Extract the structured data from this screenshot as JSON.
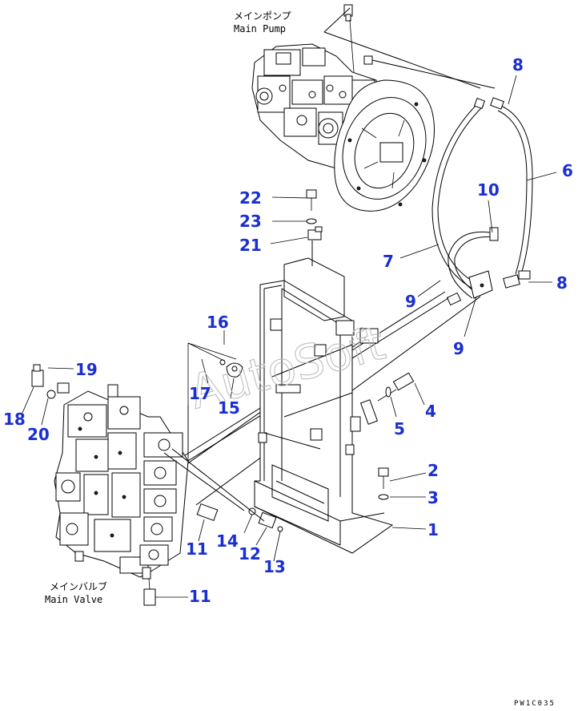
{
  "labels": {
    "main_pump_jp": "メインポンプ",
    "main_pump_en": "Main Pump",
    "main_valve_jp": "メインバルブ",
    "main_valve_en": "Main Valve",
    "watermark": "AutoSoft",
    "figure_code": "PW1C035"
  },
  "callouts": {
    "c1": "1",
    "c2": "2",
    "c3": "3",
    "c4": "4",
    "c5": "5",
    "c6": "6",
    "c7": "7",
    "c8a": "8",
    "c8b": "8",
    "c9a": "9",
    "c9b": "9",
    "c10": "10",
    "c11a": "11",
    "c11b": "11",
    "c12": "12",
    "c13": "13",
    "c14": "14",
    "c15": "15",
    "c16": "16",
    "c17": "17",
    "c18": "18",
    "c19": "19",
    "c20": "20",
    "c21": "21",
    "c22": "22",
    "c23": "23"
  },
  "colors": {
    "callout": "#1a2fd0",
    "line": "#000000",
    "watermark": "#b8b8b8"
  }
}
